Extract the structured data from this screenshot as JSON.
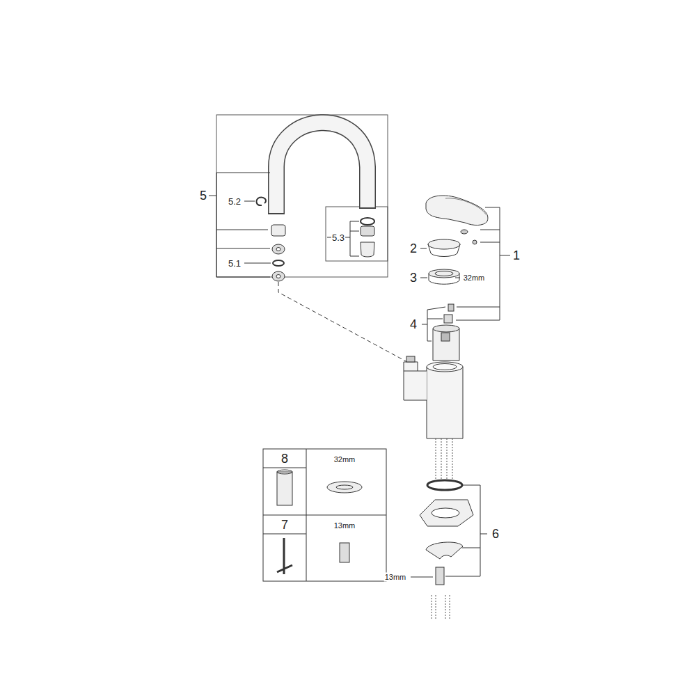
{
  "diagram": {
    "labels": [
      "5",
      "5.2",
      "5.3",
      "5.1",
      "1",
      "2",
      "3",
      "32mm",
      "4",
      "8",
      "32mm",
      "7",
      "13mm",
      "6",
      "13mm"
    ]
  }
}
